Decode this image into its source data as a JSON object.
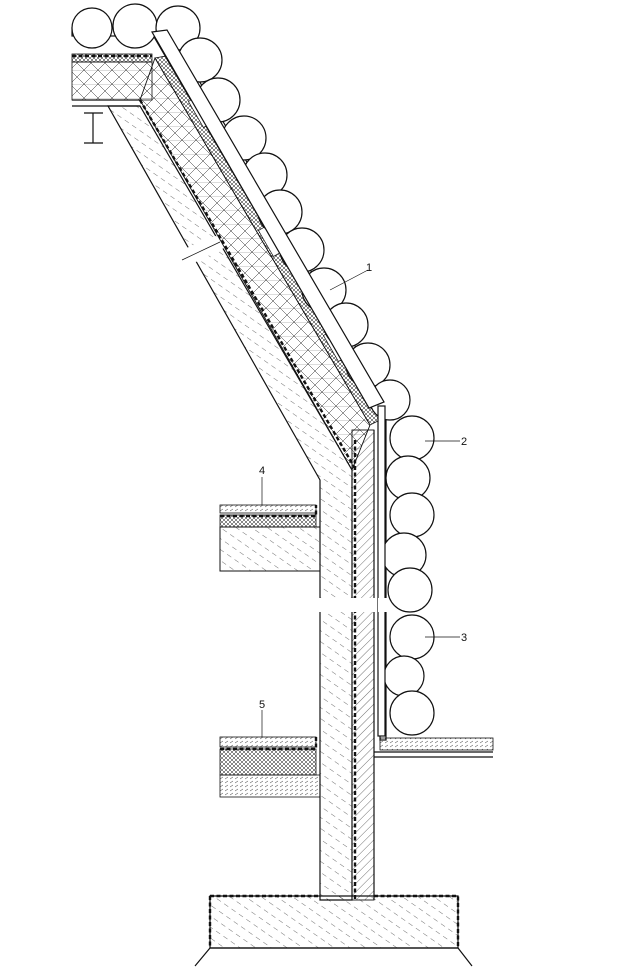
{
  "callouts": [
    {
      "id": "c1",
      "label": "1"
    },
    {
      "id": "c2",
      "label": "2"
    },
    {
      "id": "c3",
      "label": "3"
    },
    {
      "id": "c4",
      "label": "4"
    },
    {
      "id": "c5",
      "label": "5"
    }
  ],
  "colors": {
    "line": "#111111",
    "background": "#ffffff"
  }
}
